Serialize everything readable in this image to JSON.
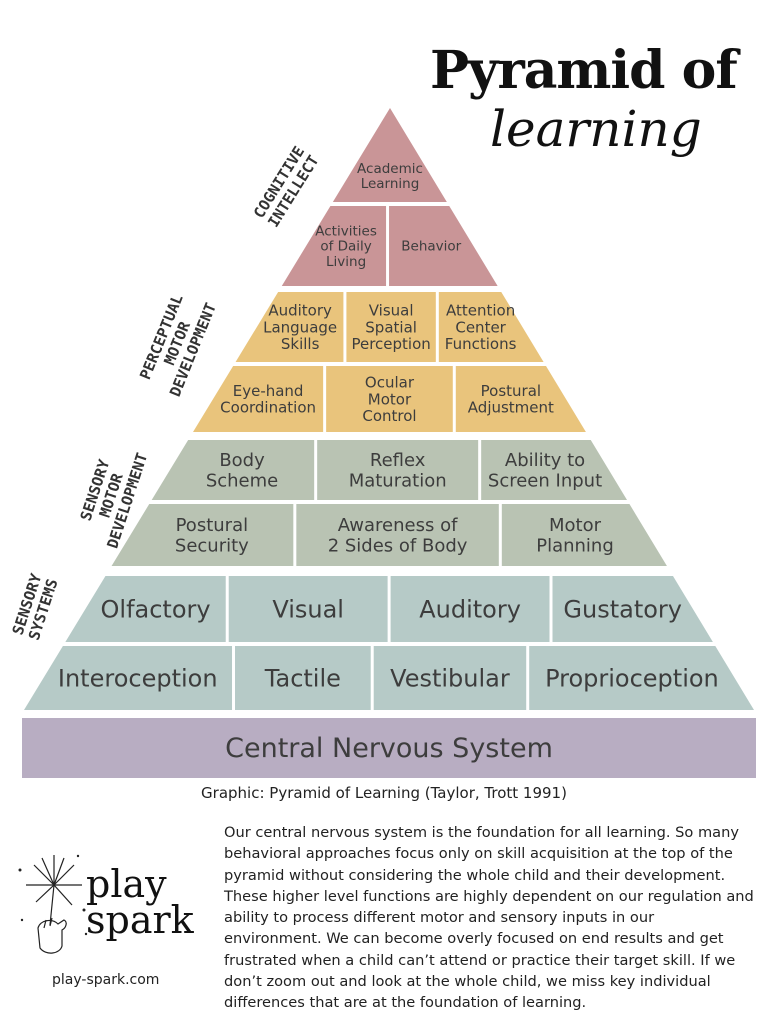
{
  "title": {
    "main": "Pyramid of",
    "script": "learning"
  },
  "side_labels": {
    "cognitive": [
      "COGNITIVE",
      "INTELLECT"
    ],
    "perceptual": [
      "PERCEPTUAL",
      "MOTOR",
      "DEVELOPMENT"
    ],
    "sensory_motor": [
      "SENSORY",
      "MOTOR",
      "DEVELOPMENT"
    ],
    "sensory_systems": [
      "SENSORY",
      "SYSTEMS"
    ]
  },
  "colors": {
    "cognitive": "#c99597",
    "perceptual": "#e9c47c",
    "sensory_motor": "#b9c3b3",
    "sensory_systems": "#b6cac7",
    "central": "#b8adc2"
  },
  "pyramid": {
    "cognitive": {
      "row1": [
        "Academic\nLearning"
      ],
      "row2": [
        "Activities\nof Daily\nLiving",
        "Behavior"
      ]
    },
    "perceptual": {
      "row1": [
        "Auditory\nLanguage\nSkills",
        "Visual\nSpatial\nPerception",
        "Attention\nCenter\nFunctions"
      ],
      "row2": [
        "Eye-hand\nCoordination",
        "Ocular\nMotor\nControl",
        "Postural\nAdjustment"
      ]
    },
    "sensory_motor": {
      "row1": [
        "Body\nScheme",
        "Reflex\nMaturation",
        "Ability to\nScreen Input"
      ],
      "row2": [
        "Postural\nSecurity",
        "Awareness of\n2 Sides of Body",
        "Motor\nPlanning"
      ]
    },
    "sensory_systems": {
      "row1": [
        "Olfactory",
        "Visual",
        "Auditory",
        "Gustatory"
      ],
      "row2": [
        "Interoception",
        "Tactile",
        "Vestibular",
        "Proprioception"
      ]
    }
  },
  "base": "Central Nervous System",
  "caption": "Graphic: Pyramid of Learning (Taylor, Trott 1991)",
  "body_text": "Our central nervous system is the foundation for all learning. So many behavioral approaches focus only on skill acquisition at the top of the pyramid without considering the whole child and their development. These higher level functions are highly dependent on our regulation and ability to process different motor and sensory inputs in our environment. We can become overly focused on end results and get frustrated when a child can’t attend or practice their target skill. If we don’t zoom out and look at the whole child, we miss key individual differences that are at the foundation of learning.",
  "logo": {
    "line1": "play",
    "line2": "spark",
    "url": "play-spark.com"
  }
}
